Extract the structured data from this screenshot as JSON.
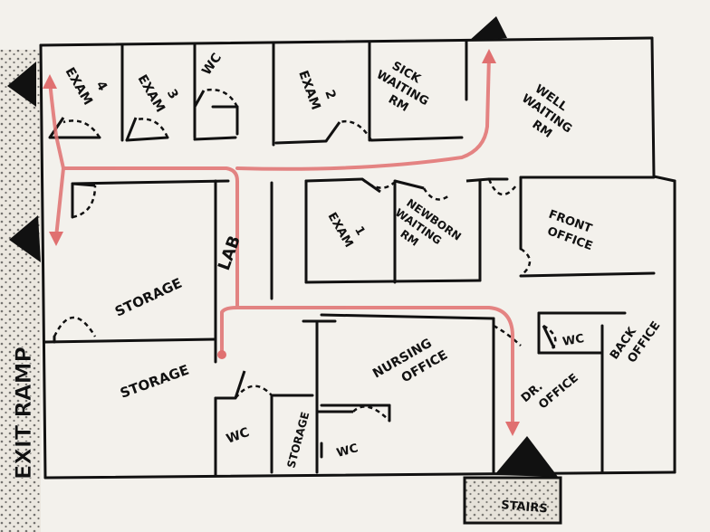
{
  "rooms": {
    "exam4": [
      "EXAM",
      "4"
    ],
    "exam3": [
      "EXAM",
      "3"
    ],
    "wc_top": "WC",
    "exam2": [
      "EXAM",
      "2"
    ],
    "sick_waiting": [
      "SICK",
      "WAITING",
      "RM"
    ],
    "well_waiting": [
      "WELL",
      "WAITING",
      "RM"
    ],
    "exam1": [
      "EXAM",
      "1"
    ],
    "newborn_waiting": [
      "NEWBORN",
      "WAITING",
      "RM"
    ],
    "front_office": [
      "FRONT",
      "OFFICE"
    ],
    "lab": "LAB",
    "storage_upper": "STORAGE",
    "storage_lower": "STORAGE",
    "wc_lower_left": "WC",
    "storage_small": "STORAGE",
    "wc_lower_mid": "WC",
    "nursing_office": [
      "NURSING",
      "OFFICE"
    ],
    "wc_right": "WC",
    "dr_office": [
      "DR.",
      "OFFICE"
    ],
    "back_office": [
      "BACK",
      "OFFICE"
    ],
    "stairs": "STAIRS",
    "exit_ramp": "EXIT RAMP"
  },
  "colors": {
    "paper": "#f3f1ec",
    "ink": "#111111",
    "route": "#e07070",
    "hatch": "#ebe7df"
  },
  "icons": [
    "exit-marker-icon",
    "door-swing-icon",
    "route-arrow-icon"
  ]
}
